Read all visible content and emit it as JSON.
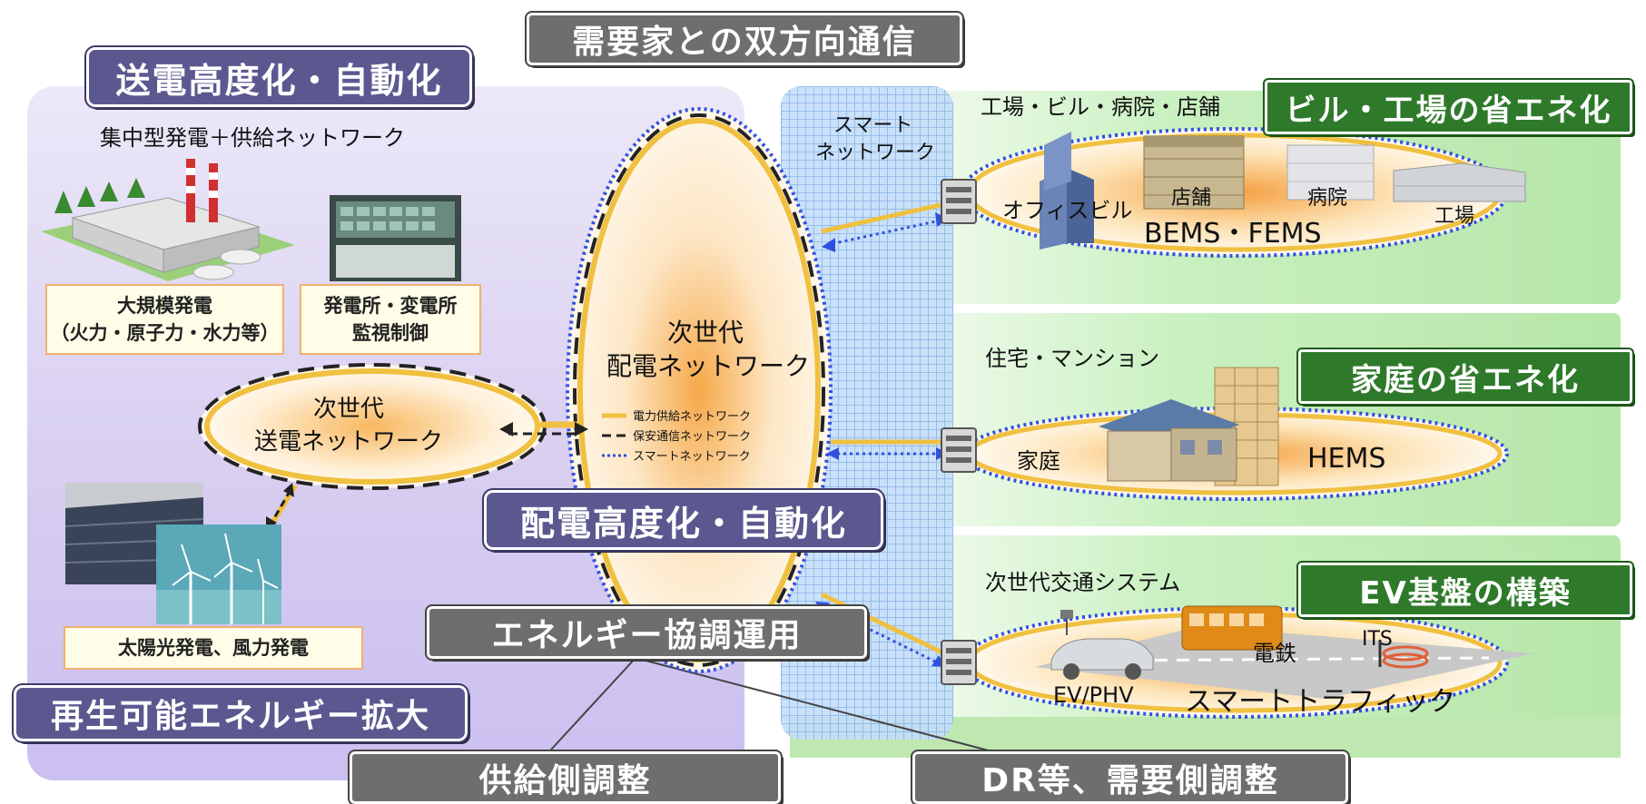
{
  "headers": {
    "two_way": "需要家との双方向通信",
    "transmission": "送電高度化・自動化",
    "distribution": "配電高度化・自動化",
    "renewable": "再生可能エネルギー拡大",
    "coordination": "エネルギー協調運用",
    "supply_adjust": "供給側調整",
    "demand_adjust": "DR等、需要側調整",
    "bldg_saving": "ビル・工場の省エネ化",
    "home_saving": "家庭の省エネ化",
    "ev_infra": "EV基盤の構築"
  },
  "left": {
    "central_gen": "集中型発電＋供給ネットワーク",
    "large_gen": "大規模発電\n（火力・原子力・水力等）",
    "monitor": "発電所・変電所\n監視制御",
    "transmission_net_1": "次世代",
    "transmission_net_2": "送電ネットワーク",
    "solar_wind": "太陽光発電、風力発電"
  },
  "center": {
    "dist_net_1": "次世代",
    "dist_net_2": "配電ネットワーク",
    "smart_net_1": "スマート",
    "smart_net_2": "ネットワーク",
    "legend": [
      "電力供給ネットワーク",
      "保安通信ネットワーク",
      "スマートネットワーク"
    ]
  },
  "right": {
    "bldg_header": "工場・ビル・病院・店舗",
    "office": "オフィスビル",
    "shop": "店舗",
    "hospital": "病院",
    "factory": "工場",
    "bems": "BEMS・FEMS",
    "home_header": "住宅・マンション",
    "home": "家庭",
    "hems": "HEMS",
    "traffic_header": "次世代交通システム",
    "rail": "電鉄",
    "its": "ITS",
    "ev": "EV/PHV",
    "smart_traffic": "スマートトラフィック"
  },
  "colors": {
    "left_panel": "#d9d2f0",
    "right_panel": "#bfe8b0",
    "smart_column": "#b8d8f8",
    "power_line": "#f0c040",
    "smart_line": "#3050e0"
  }
}
